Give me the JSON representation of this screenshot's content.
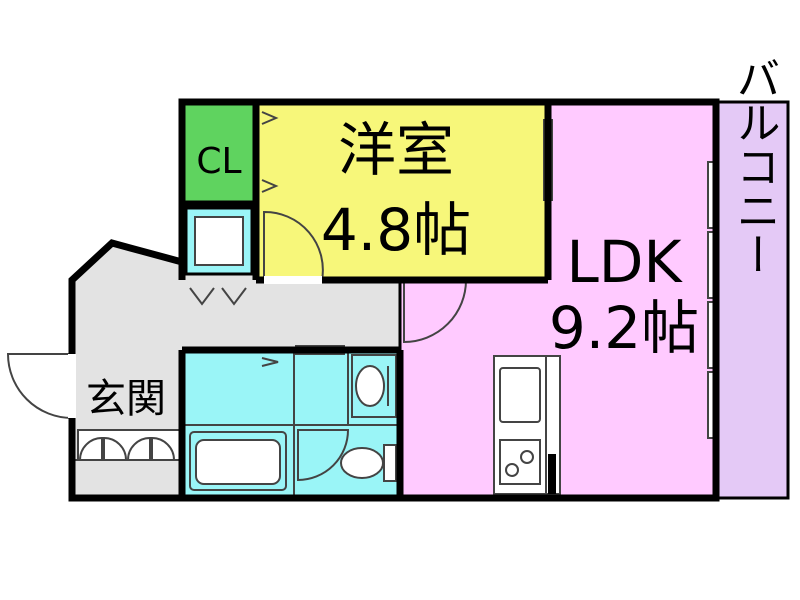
{
  "rooms": {
    "closet": {
      "label": "CL",
      "color": "#5fd35f"
    },
    "western_room": {
      "name": "洋室",
      "size": "4.8帖",
      "color": "#f7f77a"
    },
    "ldk": {
      "name": "LDK",
      "size": "9.2帖",
      "color": "#ffcaff"
    },
    "balcony": {
      "name": "バルコニー",
      "color": "#e4c9f6"
    },
    "entrance": {
      "name": "玄関",
      "color": "#e3e3e3"
    },
    "wet_area": {
      "color": "#9af5f7"
    },
    "hall": {
      "color": "#e3e3e3"
    }
  },
  "fixtures": [
    "washing-machine",
    "bathtub",
    "washbasin",
    "toilet",
    "sink",
    "stove",
    "refrigerator-space",
    "shoe-storage"
  ]
}
